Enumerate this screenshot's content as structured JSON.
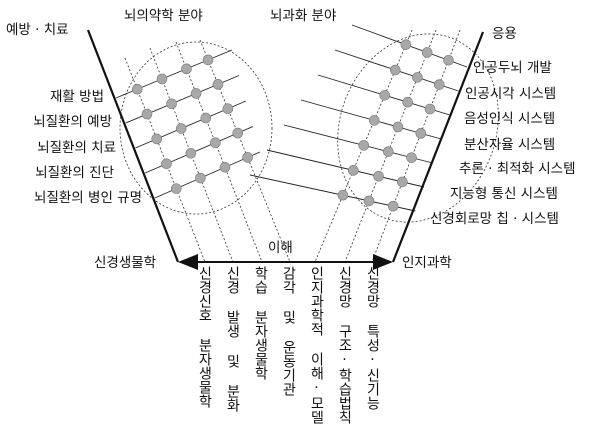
{
  "headers": {
    "left_top": "예방 · 치료",
    "left_field": "뇌의약학 분야",
    "right_field": "뇌과화 분야",
    "right_top": "응용",
    "understanding": "이해",
    "left_axis": "신경생물학",
    "right_axis": "인지과학"
  },
  "left_items": [
    "재활 방법",
    "뇌질환의 예방",
    "뇌질환의 치료",
    "뇌질환의 진단",
    "뇌질환의 병인 규명"
  ],
  "right_items": [
    "인공두뇌 개발",
    "인공시각 시스템",
    "음성인식 시스템",
    "분산자율 시스템",
    "추론 · 최적화 시스템",
    "지능형 통신 시스템",
    "신경회로망 칩 · 시스템"
  ],
  "bottom_items": [
    "신경신호 분자생물학",
    "신경 발생 및 분화",
    "학습 분자생물학",
    "감각 및 운동기관",
    "인지과학적 이해·모델",
    "신경망 구조·학습법칙",
    "신경망 특성·신기능"
  ],
  "colors": {
    "line": "#111111",
    "dot": "#a8a8a8"
  }
}
